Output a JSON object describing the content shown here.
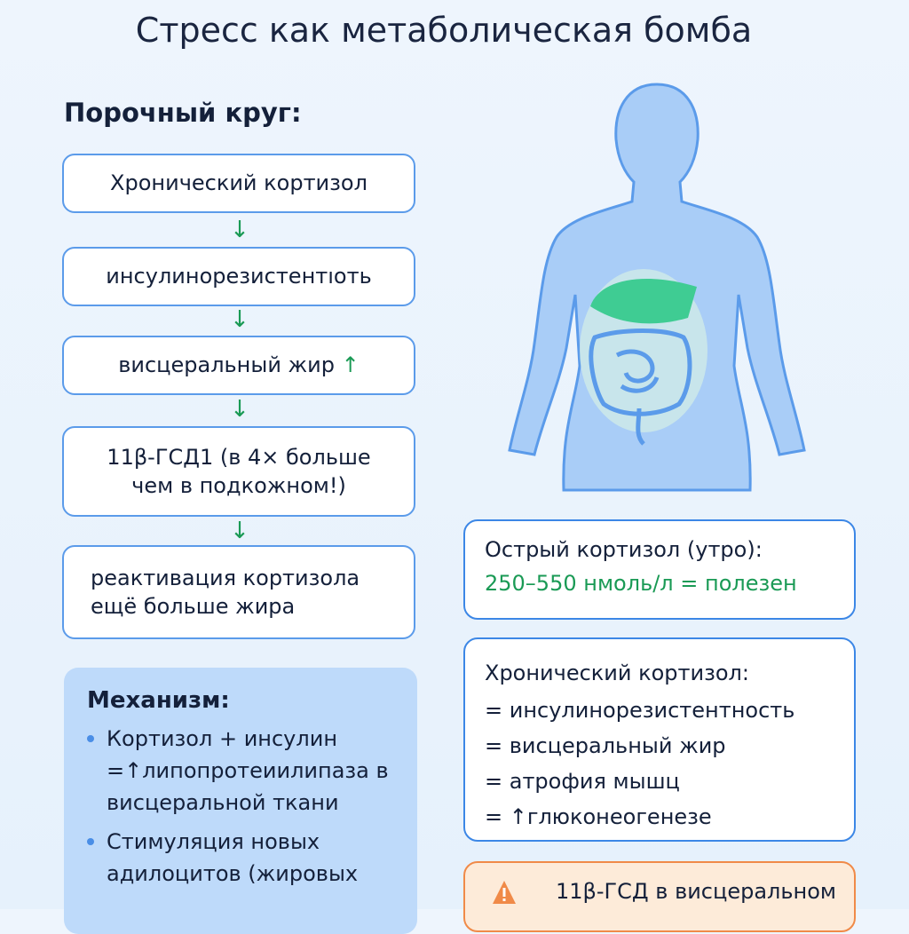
{
  "title": "Стресс как метаболическая бомба",
  "vicious_circle": {
    "heading": "Порочный круг:",
    "steps": [
      {
        "text": "Хронический кортизол"
      },
      {
        "text": "инсулинорезистентıоть"
      },
      {
        "text": "висцеральный жир",
        "suffix": "↑"
      },
      {
        "text": "11β-ГСД1 (в 4× больше чем в подкожном!)"
      },
      {
        "text": "реактивация кортизола ещё больше жира"
      }
    ],
    "arrow": "↓"
  },
  "mechanism": {
    "heading": "Механизм:",
    "bullets": [
      "Кортизол + инсулин =↑липопротеиилипаза в висцеральной ткани",
      "Стимуляция новых адилоцитов (жировых"
    ]
  },
  "acute": {
    "heading": "Острый кортизол (утро):",
    "value": "250–550 нмоль/л = полезен"
  },
  "chronic": {
    "heading": "Хронический кортизол:",
    "items": [
      "= инсулинорезистентность",
      "= висцеральный жир",
      "= атрофия мышц",
      "= ↑глюконеогенезе"
    ]
  },
  "warning": {
    "icon": "warning-icon",
    "text": "11β-ГСД в висцеральном"
  },
  "colors": {
    "accent_green": "#1a9a55",
    "box_border": "#3c87e6",
    "body_fill": "#a9cdf7",
    "liver": "#3fcc93",
    "warning_border": "#f08a48"
  }
}
